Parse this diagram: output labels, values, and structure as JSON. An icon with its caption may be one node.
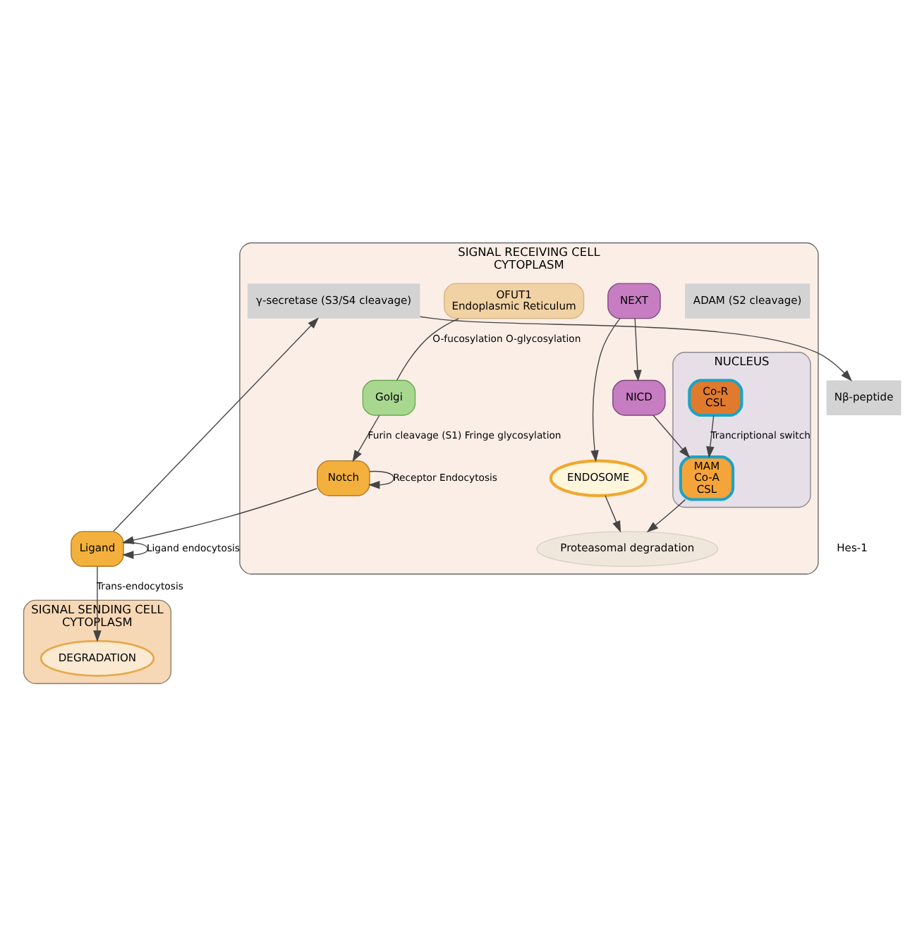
{
  "diagram": {
    "nodes": [
      {
        "text": [
          "SIGNAL SENDING CELL",
          "CYTOPLASM"
        ]
      },
      {
        "text": [
          "DEGRADATION"
        ],
        "in": 0
      },
      {
        "text": [
          "Ligand"
        ]
      },
      {
        "text": [
          "SIGNAL RECEIVING CELL",
          "CYTOPLASM"
        ]
      },
      {
        "text": [
          "Notch"
        ],
        "in": 3
      },
      {
        "text": [
          "ADAM (S2 cleavage)"
        ],
        "in": 3
      },
      {
        "text": [
          "γ-secretase (S3/S4 cleavage)"
        ],
        "in": 3
      },
      {
        "text": [
          "Nβ-peptide"
        ]
      },
      {
        "text": [
          "NEXT"
        ],
        "in": 3
      },
      {
        "text": [
          "ENDOSOME"
        ],
        "in": 3
      },
      {
        "text": [
          "Proteasomal degradation"
        ],
        "in": 3
      },
      {
        "text": [
          "NICD"
        ],
        "in": 3
      },
      {
        "text": [
          "Golgi"
        ],
        "in": 3
      },
      {
        "text": [
          "OFUT1",
          "Endoplasmic Reticulum"
        ],
        "in": 3
      },
      {
        "text": [
          "NUCLEUS"
        ],
        "in": 3
      },
      {
        "text": [
          "Co-R",
          "CSL"
        ],
        "in": 14
      },
      {
        "text": [
          "MAM",
          "Co-A",
          "CSL"
        ],
        "in": 14
      }
    ],
    "edges": [
      {
        "from": 2,
        "to": 2,
        "arrow": "to",
        "label": "Ligand endocytosis"
      },
      {
        "from": 2,
        "to": 1,
        "arrow": "to",
        "label": "Trans-endocytosis"
      },
      {
        "from": 4,
        "to": 2,
        "arrow": "to"
      },
      {
        "from": 2,
        "to": 6,
        "arrow": "to"
      },
      {
        "from": 6,
        "to": 7,
        "arrow": "to"
      },
      {
        "from": 4,
        "to": 4,
        "arrow": "to",
        "label": "Receptor Endocytosis"
      },
      {
        "from": 8,
        "to": 9,
        "arrow": "to"
      },
      {
        "from": 8,
        "to": 11,
        "arrow": "to"
      },
      {
        "from": 9,
        "to": 10,
        "arrow": "to"
      },
      {
        "from": 12,
        "to": 4,
        "arrow": "to",
        "label": "Furin cleavage (S1) Fringe glycosylation"
      },
      {
        "from": 13,
        "to": 12,
        "arrow": "none",
        "label": "O-fucosylation O-glycosylation"
      },
      {
        "from": 11,
        "to": 16,
        "arrow": "to"
      },
      {
        "from": 16,
        "to": 10,
        "arrow": "to"
      },
      {
        "from": 15,
        "to": 16,
        "arrow": "to",
        "label": "Trancriptional switch"
      }
    ],
    "labels": [
      "Hes-1"
    ]
  }
}
